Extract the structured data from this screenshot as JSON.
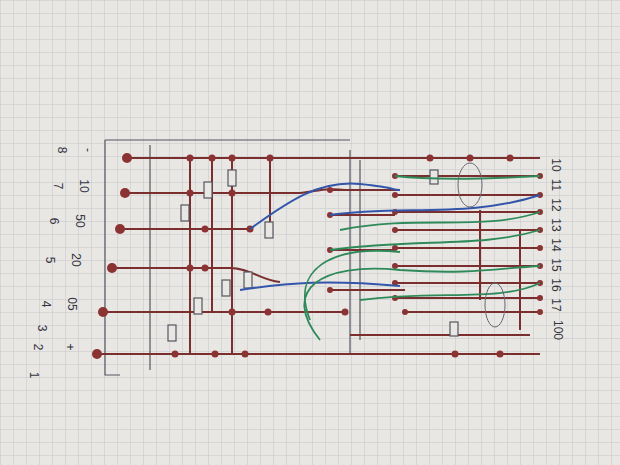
{
  "diagram": {
    "labels": [
      "8",
      "-",
      "7",
      "10",
      "6",
      "50",
      "5",
      "20",
      "4",
      "05",
      "3",
      "2",
      "+",
      "1",
      "10",
      "11",
      "12",
      "13",
      "14",
      "15",
      "16",
      "17",
      "100"
    ]
  }
}
